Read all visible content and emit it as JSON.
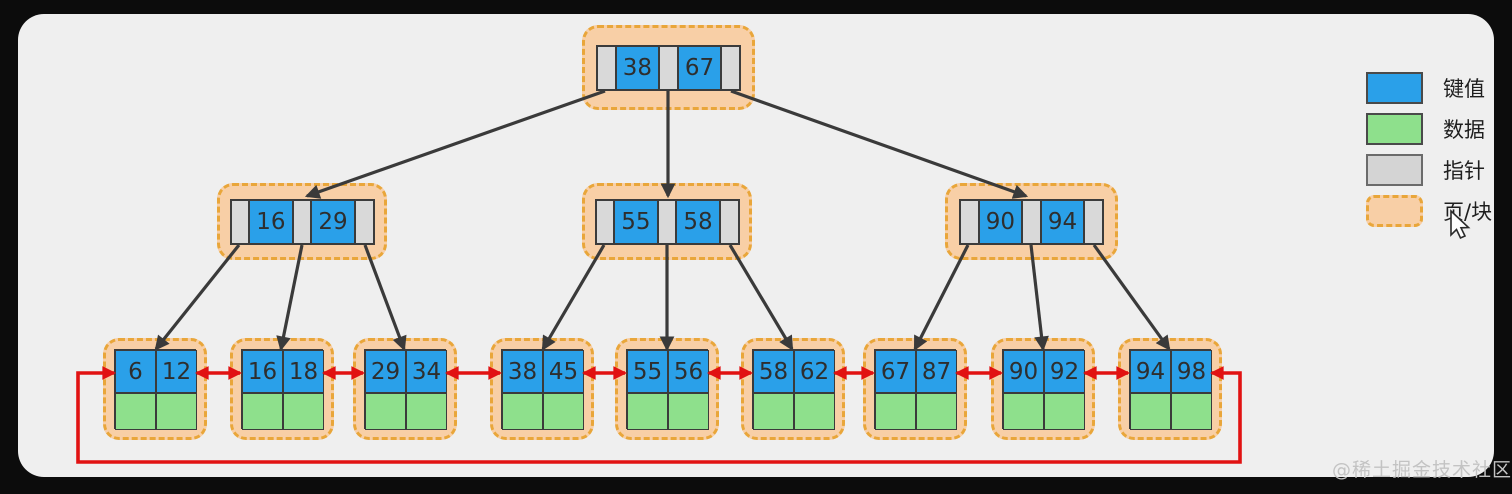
{
  "tree": {
    "type": "b-plus-tree",
    "root": {
      "keys": [
        "38",
        "67"
      ]
    },
    "internal_nodes": [
      {
        "keys": [
          "16",
          "29"
        ]
      },
      {
        "keys": [
          "55",
          "58"
        ]
      },
      {
        "keys": [
          "90",
          "94"
        ]
      }
    ],
    "leaf_nodes": [
      {
        "keys": [
          "6",
          "12"
        ]
      },
      {
        "keys": [
          "16",
          "18"
        ]
      },
      {
        "keys": [
          "29",
          "34"
        ]
      },
      {
        "keys": [
          "38",
          "45"
        ]
      },
      {
        "keys": [
          "55",
          "56"
        ]
      },
      {
        "keys": [
          "58",
          "62"
        ]
      },
      {
        "keys": [
          "67",
          "87"
        ]
      },
      {
        "keys": [
          "90",
          "92"
        ]
      },
      {
        "keys": [
          "94",
          "98"
        ]
      }
    ],
    "leaf_links": "circular doubly-linked list shown as red double-headed arrows"
  },
  "legend": {
    "key_label": "键值",
    "data_label": "数据",
    "pointer_label": "指针",
    "page_label": "页/块"
  },
  "watermark": "@稀土掘金技术社区",
  "colors": {
    "key_blue": "#2aa0e9",
    "data_green": "#8ee08c",
    "pointer_gray": "#d9d9d9",
    "page_fill": "#f8cfa6",
    "page_border": "#e9a63a",
    "link_red": "#e11212",
    "arrow_dark": "#3a3a3a",
    "canvas_bg": "#efefef",
    "frame_bg": "#0c0c0c"
  }
}
